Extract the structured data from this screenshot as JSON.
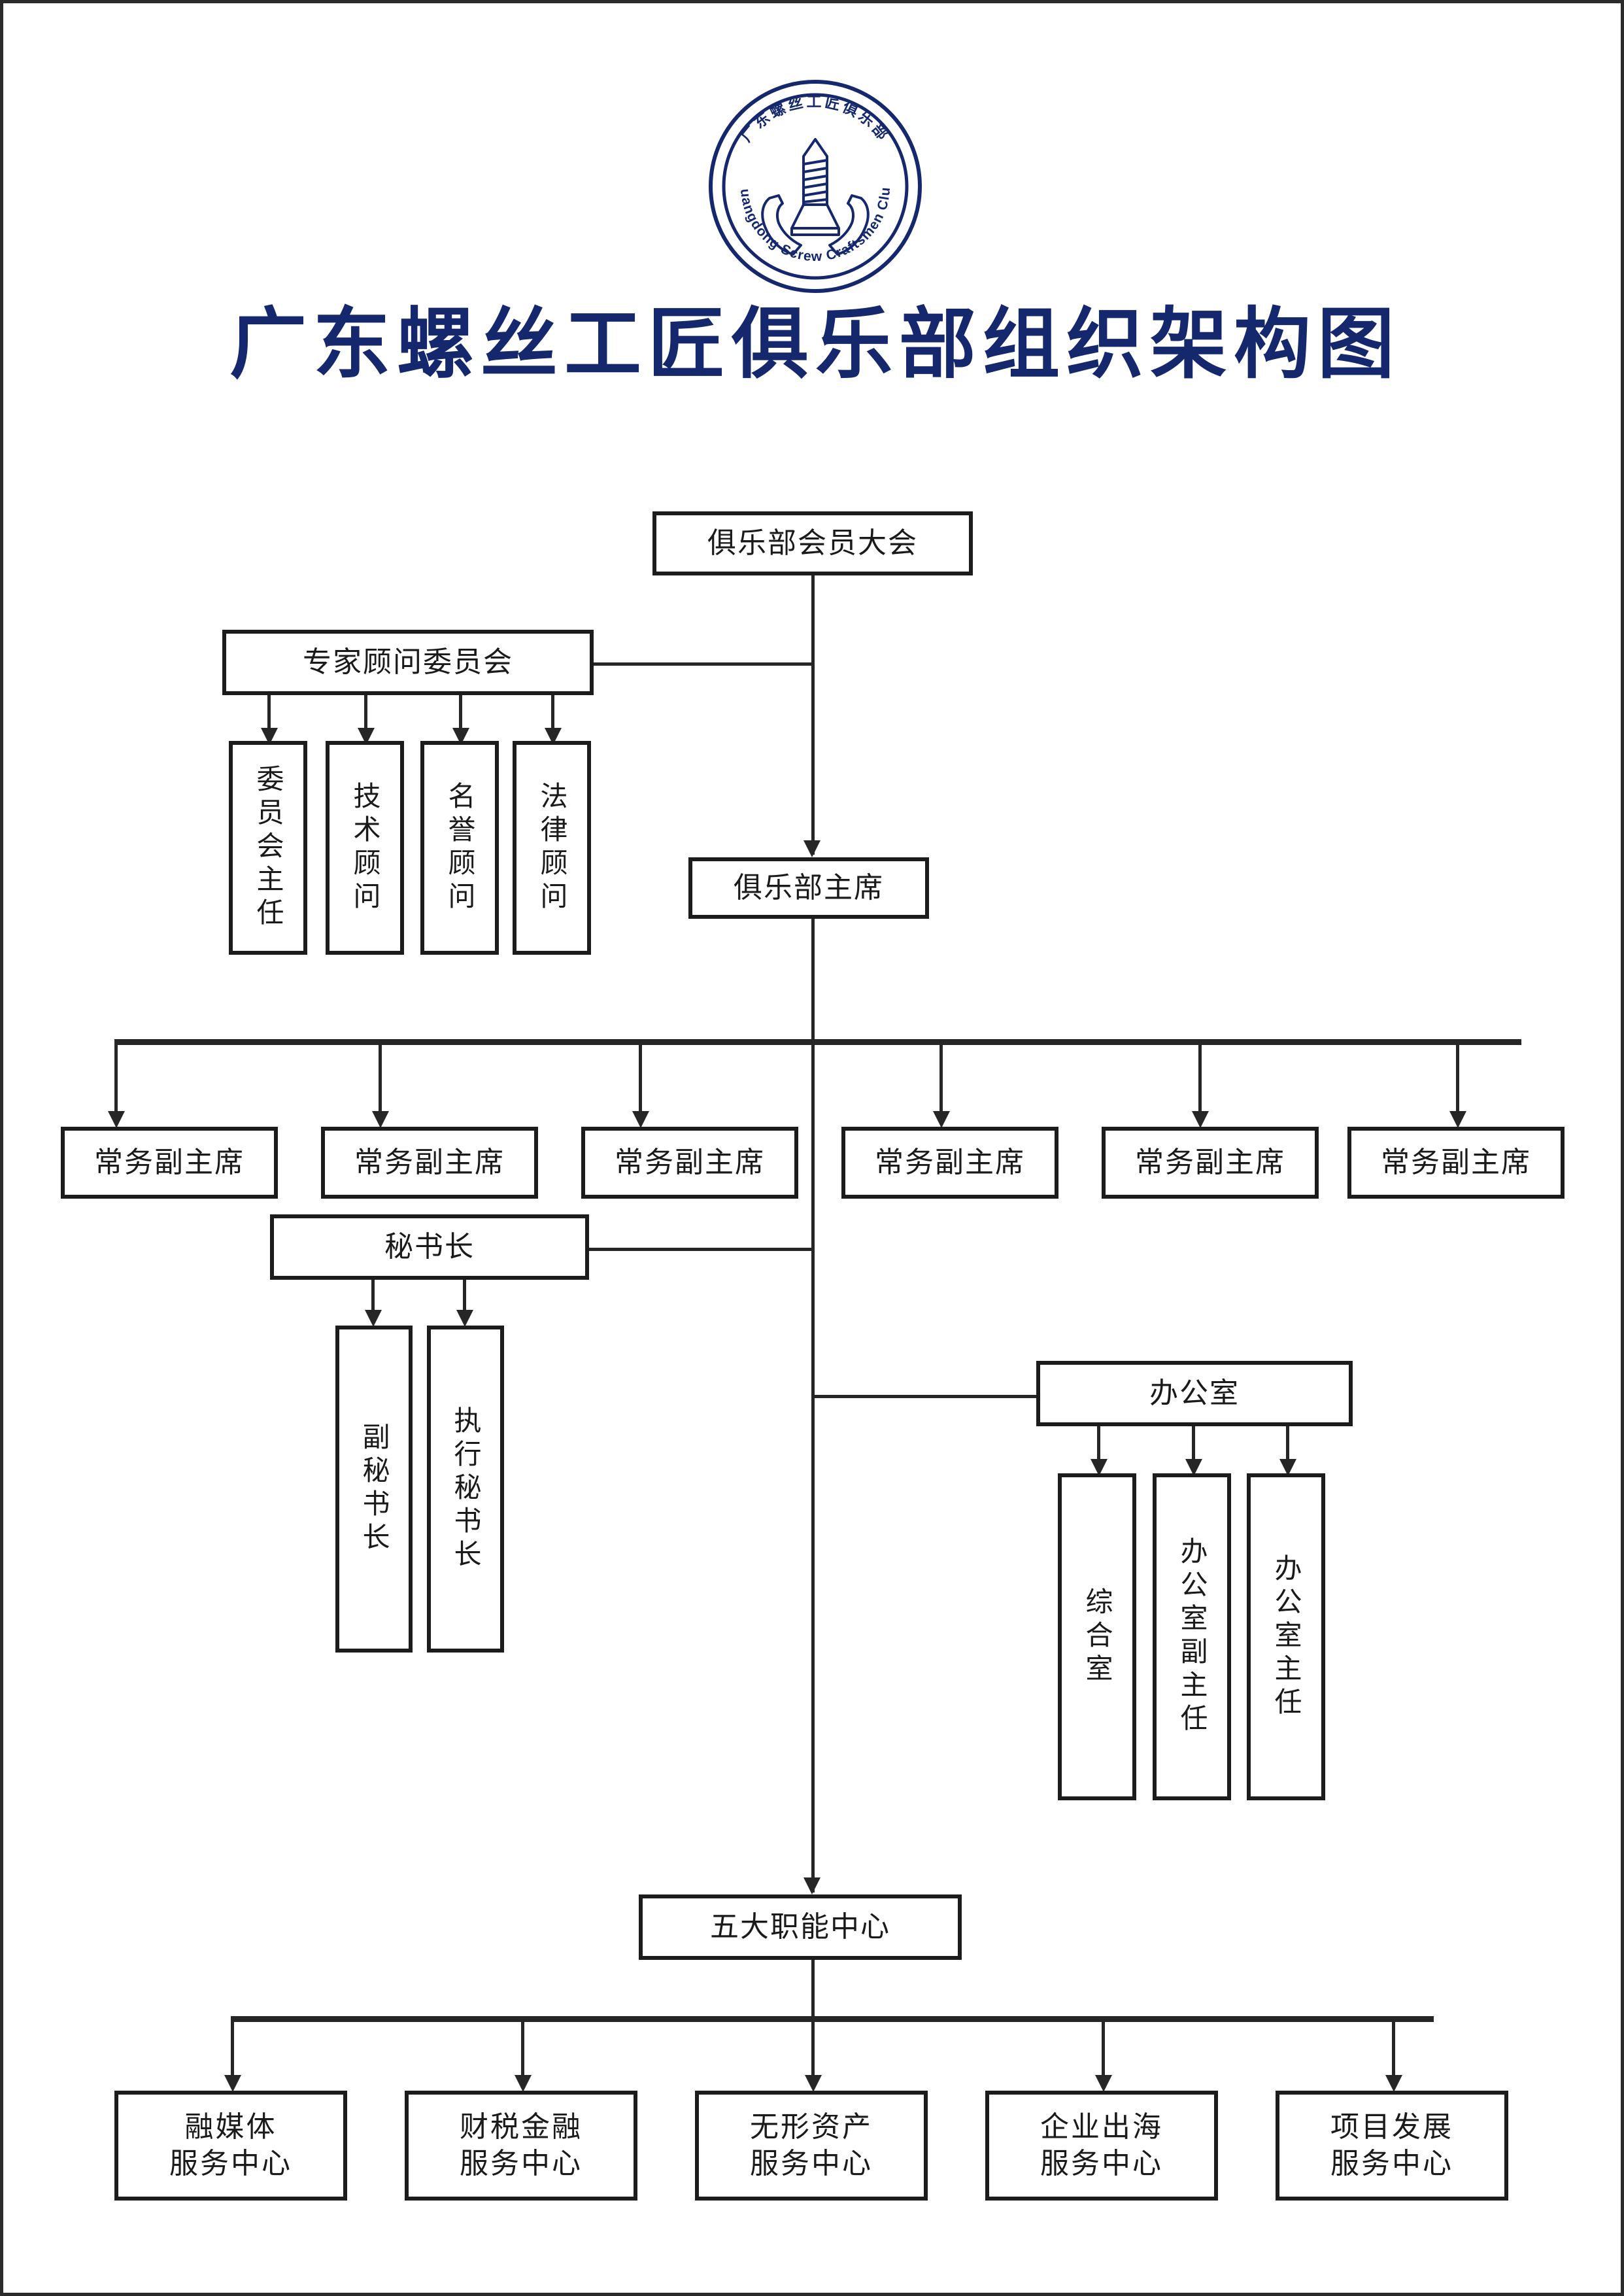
{
  "document": {
    "title": "广东螺丝工匠俱乐部组织架构图",
    "title_color": "#15286e",
    "background_color": "#ffffff",
    "border_color": "#2b2b2b",
    "line_color": "#262626",
    "box_border_color": "#1c1c1c"
  },
  "logo": {
    "name": "club-emblem",
    "arc_top_text": "广东螺丝工匠俱乐部",
    "arc_bottom_text": "Guangdong Screw Craftsmen Club",
    "emblem_color": "#15286e",
    "center_motif": "screw-in-hands"
  },
  "chart_data": {
    "type": "diagram",
    "diagram_kind": "organization-chart",
    "title": "广东螺丝工匠俱乐部组织架构图",
    "nodes": [
      {
        "id": "assembly",
        "label": "俱乐部会员大会",
        "level": 0,
        "orientation": "horizontal"
      },
      {
        "id": "advisory",
        "label": "专家顾问委员会",
        "level": 1,
        "orientation": "horizontal"
      },
      {
        "id": "adv-chair",
        "label": "委员会主任",
        "level": 2,
        "orientation": "vertical"
      },
      {
        "id": "adv-tech",
        "label": "技术顾问",
        "level": 2,
        "orientation": "vertical"
      },
      {
        "id": "adv-honor",
        "label": "名誉顾问",
        "level": 2,
        "orientation": "vertical"
      },
      {
        "id": "adv-legal",
        "label": "法律顾问",
        "level": 2,
        "orientation": "vertical"
      },
      {
        "id": "president",
        "label": "俱乐部主席",
        "level": 1,
        "orientation": "horizontal"
      },
      {
        "id": "vp1",
        "label": "常务副主席",
        "level": 2,
        "orientation": "horizontal"
      },
      {
        "id": "vp2",
        "label": "常务副主席",
        "level": 2,
        "orientation": "horizontal"
      },
      {
        "id": "vp3",
        "label": "常务副主席",
        "level": 2,
        "orientation": "horizontal"
      },
      {
        "id": "vp4",
        "label": "常务副主席",
        "level": 2,
        "orientation": "horizontal"
      },
      {
        "id": "vp5",
        "label": "常务副主席",
        "level": 2,
        "orientation": "horizontal"
      },
      {
        "id": "vp6",
        "label": "常务副主席",
        "level": 2,
        "orientation": "horizontal"
      },
      {
        "id": "secgen",
        "label": "秘书长",
        "level": 2,
        "orientation": "horizontal"
      },
      {
        "id": "deputy-secgen",
        "label": "副秘书长",
        "level": 3,
        "orientation": "vertical"
      },
      {
        "id": "exec-secgen",
        "label": "执行秘书长",
        "level": 3,
        "orientation": "vertical"
      },
      {
        "id": "office",
        "label": "办公室",
        "level": 2,
        "orientation": "horizontal"
      },
      {
        "id": "general-room",
        "label": "综合室",
        "level": 3,
        "orientation": "vertical"
      },
      {
        "id": "office-deputy",
        "label": "办公室副主任",
        "level": 3,
        "orientation": "vertical"
      },
      {
        "id": "office-director",
        "label": "办公室主任",
        "level": 3,
        "orientation": "vertical"
      },
      {
        "id": "centers",
        "label": "五大职能中心",
        "level": 2,
        "orientation": "horizontal"
      },
      {
        "id": "c-media",
        "label": "融媒体\n服务中心",
        "level": 3,
        "orientation": "horizontal"
      },
      {
        "id": "c-finance",
        "label": "财税金融\n服务中心",
        "level": 3,
        "orientation": "horizontal"
      },
      {
        "id": "c-intangible",
        "label": "无形资产\n服务中心",
        "level": 3,
        "orientation": "horizontal"
      },
      {
        "id": "c-overseas",
        "label": "企业出海\n服务中心",
        "level": 3,
        "orientation": "horizontal"
      },
      {
        "id": "c-project",
        "label": "项目发展\n服务中心",
        "level": 3,
        "orientation": "horizontal"
      }
    ],
    "edges": [
      {
        "from": "assembly",
        "to": "president",
        "style": "arrow"
      },
      {
        "from": "assembly",
        "to": "advisory",
        "style": "plain"
      },
      {
        "from": "advisory",
        "to": "adv-chair",
        "style": "arrow"
      },
      {
        "from": "advisory",
        "to": "adv-tech",
        "style": "arrow"
      },
      {
        "from": "advisory",
        "to": "adv-honor",
        "style": "arrow"
      },
      {
        "from": "advisory",
        "to": "adv-legal",
        "style": "arrow"
      },
      {
        "from": "president",
        "to": "vp1",
        "style": "arrow"
      },
      {
        "from": "president",
        "to": "vp2",
        "style": "arrow"
      },
      {
        "from": "president",
        "to": "vp3",
        "style": "arrow"
      },
      {
        "from": "president",
        "to": "vp4",
        "style": "arrow"
      },
      {
        "from": "president",
        "to": "vp5",
        "style": "arrow"
      },
      {
        "from": "president",
        "to": "vp6",
        "style": "arrow"
      },
      {
        "from": "president",
        "to": "secgen",
        "style": "plain"
      },
      {
        "from": "secgen",
        "to": "deputy-secgen",
        "style": "arrow"
      },
      {
        "from": "secgen",
        "to": "exec-secgen",
        "style": "arrow"
      },
      {
        "from": "president",
        "to": "office",
        "style": "plain"
      },
      {
        "from": "office",
        "to": "general-room",
        "style": "arrow"
      },
      {
        "from": "office",
        "to": "office-deputy",
        "style": "arrow"
      },
      {
        "from": "office",
        "to": "office-director",
        "style": "arrow"
      },
      {
        "from": "president",
        "to": "centers",
        "style": "arrow"
      },
      {
        "from": "centers",
        "to": "c-media",
        "style": "arrow"
      },
      {
        "from": "centers",
        "to": "c-finance",
        "style": "arrow"
      },
      {
        "from": "centers",
        "to": "c-intangible",
        "style": "arrow"
      },
      {
        "from": "centers",
        "to": "c-overseas",
        "style": "arrow"
      },
      {
        "from": "centers",
        "to": "c-project",
        "style": "arrow"
      }
    ]
  },
  "nodes": {
    "assembly": "俱乐部会员大会",
    "advisory": "专家顾问委员会",
    "adv_chair": "委员会主任",
    "adv_tech": "技术顾问",
    "adv_honor": "名誉顾问",
    "adv_legal": "法律顾问",
    "president": "俱乐部主席",
    "vp1": "常务副主席",
    "vp2": "常务副主席",
    "vp3": "常务副主席",
    "vp4": "常务副主席",
    "vp5": "常务副主席",
    "vp6": "常务副主席",
    "secgen": "秘书长",
    "deputy_secgen": "副秘书长",
    "exec_secgen": "执行秘书长",
    "office": "办公室",
    "general_room": "综合室",
    "office_deputy": "办公室副主任",
    "office_director": "办公室主任",
    "centers": "五大职能中心",
    "c_media_l1": "融媒体",
    "c_media_l2": "服务中心",
    "c_finance_l1": "财税金融",
    "c_finance_l2": "服务中心",
    "c_intangible_l1": "无形资产",
    "c_intangible_l2": "服务中心",
    "c_overseas_l1": "企业出海",
    "c_overseas_l2": "服务中心",
    "c_project_l1": "项目发展",
    "c_project_l2": "服务中心"
  }
}
